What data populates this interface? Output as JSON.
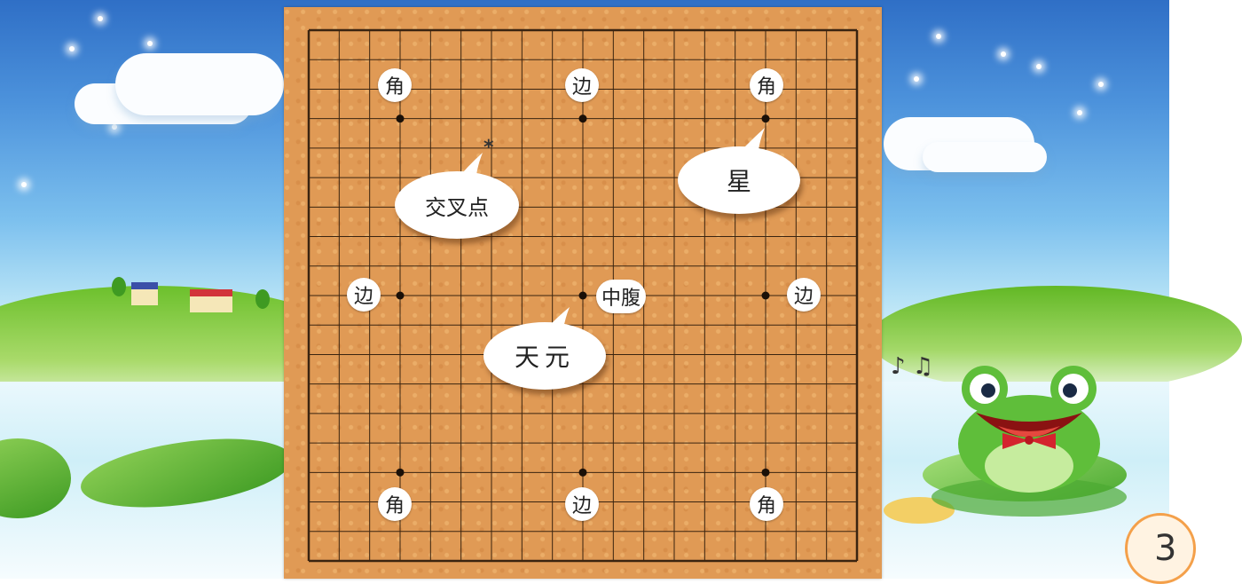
{
  "board": {
    "grid_size": 19
  },
  "point_labels": {
    "corner": "角",
    "edge": "边",
    "center_belly": "中腹"
  },
  "callouts": {
    "intersection": "交叉点",
    "star_point": "星",
    "tengen": "天元",
    "asterisk": "*"
  },
  "page_number": "3",
  "colors": {
    "board": "#e09a55",
    "grid_line": "#3a2410",
    "bubble": "#ffffff"
  }
}
